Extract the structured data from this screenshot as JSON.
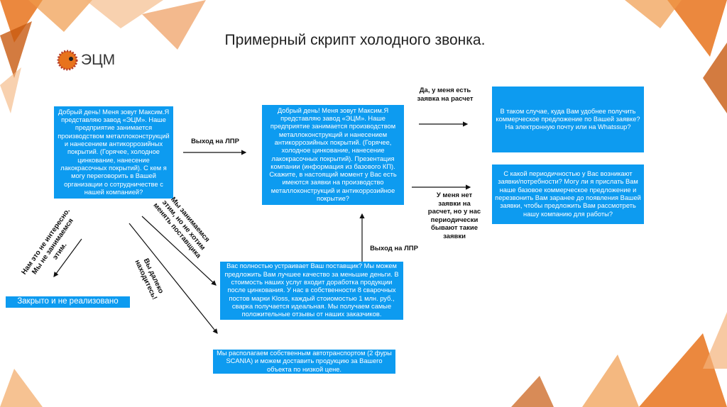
{
  "title": "Примерный скрипт холодного звонка.",
  "logo": {
    "text": "ЭЦМ"
  },
  "colors": {
    "box": "#0d9bf0",
    "accent": "#e8731c"
  },
  "boxes": {
    "greeting": "Добрый день! Меня зовут Максим.Я представляю завод «ЭЦМ». Наше предприятие занимается производством металлоконструкций и нанесением антикоррозийных покрытий. (Горячее, холодное цинкование, нанесение лакокрасочных покрытий). С кем я могу переговорить в Вашей организации о сотрудничестве с нашей компанией?",
    "presentation": "Добрый день! Меня зовут Максим.Я представляю завод «ЭЦМ». Наше предприятие занимается производством металлоконструкций и нанесением антикоррозийных покрытий. (Горячее, холодное цинкование, нанесение лакокрасочных покрытий). Презентация компании (информация из базового КП). Скажите, в настоящий момент у Вас есть имеются заявки на производство металлоконструкций и антикоррозийное покрытие?",
    "offer_channel": "В таком случае, куда Вам удобнее получить коммерческое предложение по Вашей заявке? На электронную почту или на Whatssup?",
    "periodicity": "С какой периодичностью у Вас возникают заявки/потребности? Могу ли я прислать Вам наше базовое коммерческое предложение и перезвонить Вам заранее до появления Вашей заявки, чтобы предложить Вам рассмотреть нашу компанию для работы?",
    "supplier": "Вас полностью устраивает Ваш поставщик? Мы можем предложить Вам лучшее качество за меньшие деньги. В стоимость наших услуг входит доработка продукции после цинкования. У нас в собственности 8 сварочных постов марки Kloss, каждый стоиомостью 1 млн. руб., сварка получается идеальная. Мы получаем самые положительные отзывы от наших заказчиков.",
    "transport": "Мы располагаем собственным автотранспортом (2 фуры SCANIA) и можем доставить продукцию за Вашего объекта по низкой цене.",
    "closed": "Закрыто и не реализовано"
  },
  "labels": {
    "lpr1": "Выход на ЛПР",
    "lpr2": "Выход на ЛПР",
    "yes_request": "Да, у меня есть заявка на расчет",
    "no_request": "У меня нет заявки на расчет, но у нас периодически бывают такие заявки",
    "not_interested": "Нам это не интересно. Мы не занимаемся этим.",
    "dont_change": "Мы занимаемся этим, но не хотим менять поставщика",
    "far_away": "Вы далеко находитесь!"
  }
}
